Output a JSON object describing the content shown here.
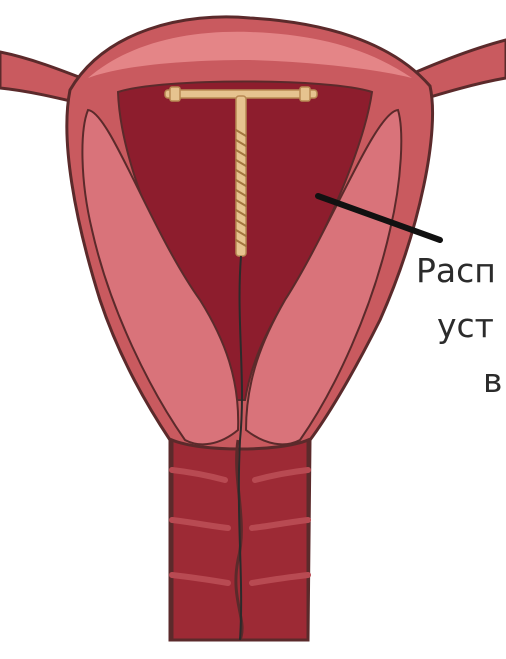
{
  "diagram": {
    "callout_lines": [
      "Расп",
      "уст",
      "в"
    ],
    "colors": {
      "outer_wall": "#c95a5f",
      "outer_wall_highlight": "#e98d8e",
      "cavity": "#8d1d2d",
      "myometrium": "#d9737a",
      "outline": "#5b2a2b",
      "iud": "#e6c38f",
      "pointer_line": "#111111"
    },
    "icons": [
      "iud-device-icon"
    ]
  }
}
